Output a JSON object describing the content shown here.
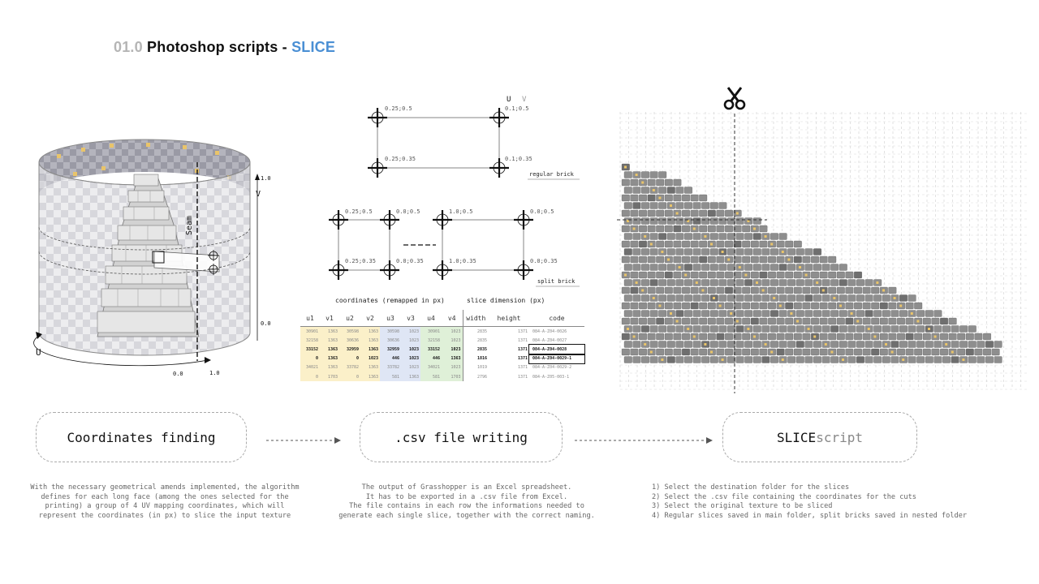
{
  "header": {
    "number": "01.0",
    "title": "Photoshop scripts - ",
    "highlight": "SLICE"
  },
  "colors": {
    "accent": "#4a8fd4",
    "yellow": "#e9c46a",
    "brick": "#8e8e8e"
  },
  "cylinder": {
    "axis_u": "U",
    "axis_v": "V",
    "seam": "Seam",
    "v_top": "1.0",
    "v_bottom": "0.0",
    "u_start": "0.0",
    "u_end": "1.0"
  },
  "uv_diagram": {
    "header_u": "U",
    "header_v": "V",
    "regular": {
      "tl": "0.25;0.5",
      "tr": "0.1;0.5",
      "bl": "0.25;0.35",
      "br": "0.1;0.35",
      "label": "regular brick"
    },
    "split": {
      "p1": "0.25;0.5",
      "p2": "0.0;0.5",
      "p3": "1.0;0.5",
      "p4": "0.0;0.5",
      "p5": "0.25;0.35",
      "p6": "0.0;0.35",
      "p7": "1.0;0.35",
      "p8": "0.0;0.35",
      "label": "split brick"
    }
  },
  "table": {
    "caption_coords": "coordinates (remapped in px)",
    "caption_slice": "slice dimension (px)",
    "headers": [
      "u1",
      "v1",
      "u2",
      "v2",
      "u3",
      "v3",
      "u4",
      "v4",
      "width",
      "height",
      "code"
    ],
    "rows": [
      {
        "bold": false,
        "cells": [
          "30901",
          "1363",
          "30598",
          "1363",
          "30598",
          "1023",
          "30901",
          "1023",
          "2835",
          "1371",
          "084-A-Z04-0026"
        ]
      },
      {
        "bold": false,
        "cells": [
          "32158",
          "1363",
          "30636",
          "1363",
          "30636",
          "1023",
          "32158",
          "1023",
          "2835",
          "1371",
          "084-A-Z04-0027"
        ]
      },
      {
        "bold": true,
        "cells": [
          "33152",
          "1363",
          "32959",
          "1363",
          "32959",
          "1023",
          "33152",
          "1023",
          "2835",
          "1371",
          "084-A-Z04-0028"
        ]
      },
      {
        "bold": true,
        "cells": [
          "0",
          "1363",
          "0",
          "1023",
          "446",
          "1023",
          "446",
          "1363",
          "1816",
          "1371",
          "084-A-Z04-0029-1"
        ]
      },
      {
        "bold": false,
        "cells": [
          "34021",
          "1363",
          "33782",
          "1363",
          "33782",
          "1023",
          "34021",
          "1023",
          "1019",
          "1371",
          "084-A-Z04-0029-2"
        ]
      },
      {
        "bold": false,
        "cells": [
          "0",
          "1703",
          "0",
          "1363",
          "581",
          "1363",
          "581",
          "1703",
          "2796",
          "1371",
          "084-A-Z05-003-1"
        ]
      }
    ]
  },
  "steps": [
    {
      "label": "Coordinates finding",
      "desc": [
        "With the necessary geometrical amends implemented, the algorithm",
        "defines for each long face (among the ones selected for the",
        "printing) a group of 4 UV mapping coordinates, which will",
        "represent the coordinates (in px) to slice the input texture"
      ]
    },
    {
      "label": ".csv file writing",
      "desc": [
        "The output of Grasshopper is an Excel spreadsheet.",
        "It has to be exported in a .csv file from Excel.",
        "The file contains in each row the informations needed to",
        "generate each single slice, together with the correct naming."
      ]
    },
    {
      "label": "SLICE",
      "label_suffix": " script",
      "desc": [
        "1) Select the destination folder for the slices",
        "2) Select the .csv file containing the coordinates for the cuts",
        "3) Select the original texture to be sliced",
        "4) Regular slices saved in main folder, split bricks saved in nested folder"
      ]
    }
  ],
  "icons": {
    "scissors": "scissors-icon"
  }
}
